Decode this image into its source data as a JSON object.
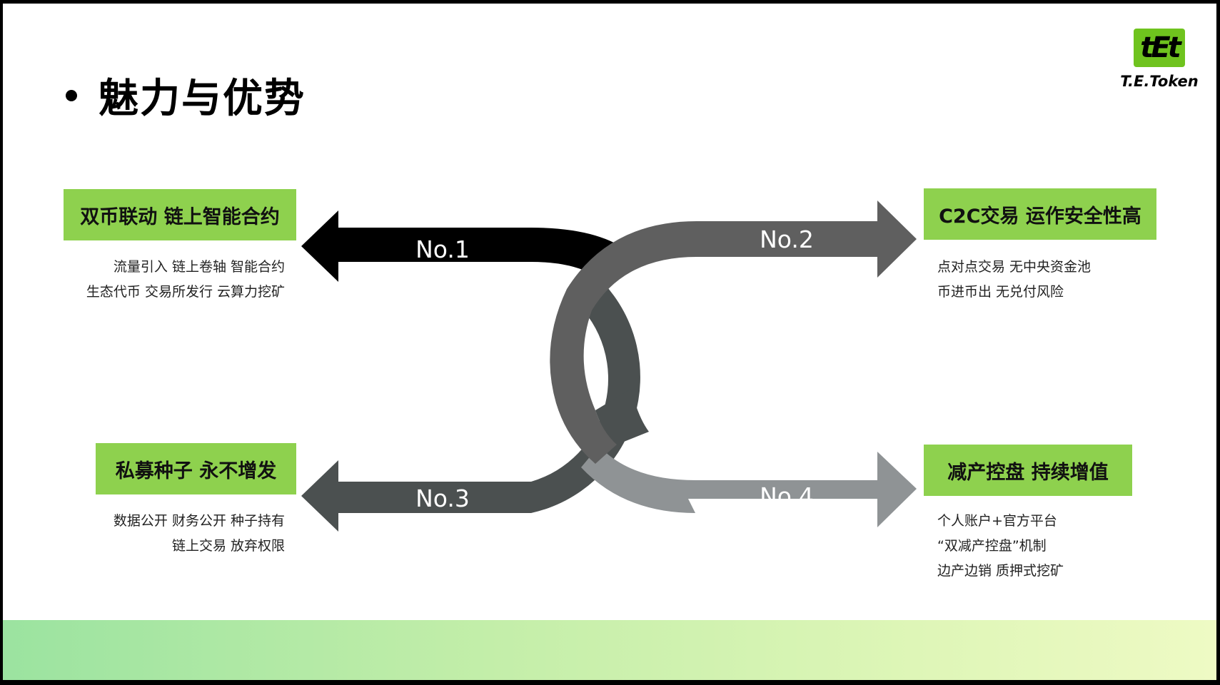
{
  "header": {
    "title": "魅力与优势"
  },
  "logo": {
    "mark": "tEt",
    "name": "T.E.Token",
    "color": "#6fc31e"
  },
  "diagram": {
    "arrows": [
      {
        "label": "No.1",
        "color": "#000000"
      },
      {
        "label": "No.2",
        "color": "#5f5f5f"
      },
      {
        "label": "No.3",
        "color": "#4b5050"
      },
      {
        "label": "No.4",
        "color": "#8f9395"
      }
    ]
  },
  "features": [
    {
      "heading": "双币联动 链上智能合约",
      "lines": [
        "流量引入  链上卷轴  智能合约",
        "生态代币  交易所发行  云算力挖矿"
      ]
    },
    {
      "heading": "C2C交易 运作安全性高",
      "lines": [
        "点对点交易 无中央资金池",
        "币进币出  无兑付风险"
      ]
    },
    {
      "heading": "私募种子 永不增发",
      "lines": [
        "数据公开  财务公开  种子持有",
        "链上交易  放弃权限"
      ]
    },
    {
      "heading": "减产控盘 持续增值",
      "lines": [
        "个人账户+官方平台",
        "“双减产控盘”机制",
        "边产边销  质押式挖矿"
      ]
    }
  ],
  "colors": {
    "accent": "#8ed14e"
  }
}
